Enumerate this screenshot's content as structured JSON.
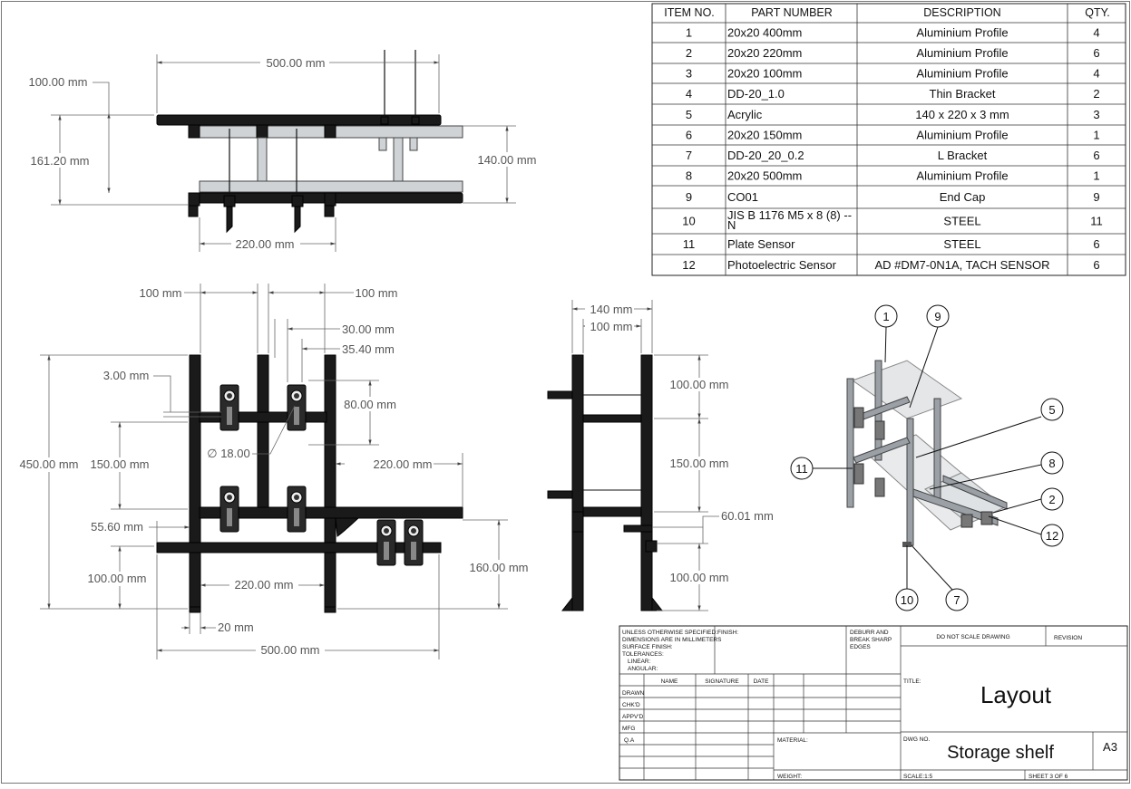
{
  "bom": {
    "headers": [
      "ITEM NO.",
      "PART NUMBER",
      "DESCRIPTION",
      "QTY."
    ],
    "rows": [
      [
        "1",
        "20x20 400mm",
        "Aluminium Profile",
        "4"
      ],
      [
        "2",
        "20x20 220mm",
        "Aluminium Profile",
        "6"
      ],
      [
        "3",
        "20x20 100mm",
        "Aluminium Profile",
        "4"
      ],
      [
        "4",
        "DD-20_1.0",
        "Thin Bracket",
        "2"
      ],
      [
        "5",
        "Acrylic",
        "140 x 220 x 3 mm",
        "3"
      ],
      [
        "6",
        "20x20 150mm",
        "Aluminium Profile",
        "1"
      ],
      [
        "7",
        "DD-20_20_0.2",
        "L Bracket",
        "6"
      ],
      [
        "8",
        "20x20 500mm",
        "Aluminium Profile",
        "1"
      ],
      [
        "9",
        "CO01",
        "End Cap",
        "9"
      ],
      [
        "10",
        "JIS B 1176 M5 x 8 (8) --",
        "STEEL",
        "11"
      ],
      [
        "11",
        "Plate Sensor",
        "STEEL",
        "6"
      ],
      [
        "12",
        "Photoelectric Sensor",
        "AD #DM7-0N1A, TACH SENSOR",
        "6"
      ]
    ],
    "row10_part_continued": "N"
  },
  "dimensions": {
    "top_view": {
      "width_500": "500.00 mm",
      "left_100": "100.00 mm",
      "height_161": "161.20 mm",
      "right_140": "140.00 mm",
      "bottom_220": "220.00 mm"
    },
    "front_view": {
      "top_100_left": "100 mm",
      "top_100_right": "100 mm",
      "d_30": "30.00 mm",
      "d_35": "35.40 mm",
      "d_3": "3.00 mm",
      "d_80": "80.00 mm",
      "diameter": "∅ 18.00",
      "height_450": "450.00 mm",
      "height_150": "150.00 mm",
      "width_220_right": "220.00 mm",
      "d_55": "55.60 mm",
      "d_100": "100.00 mm",
      "inner_220": "220.00 mm",
      "d_160": "160.00 mm",
      "d_20": "20 mm",
      "bottom_500": "500.00 mm"
    },
    "side_view": {
      "d_140": "140 mm",
      "d_100_top": "100 mm",
      "d_100_upper": "100.00 mm",
      "d_150": "150.00 mm",
      "d_60": "60.01 mm",
      "d_100_lower": "100.00 mm"
    }
  },
  "balloons": [
    "1",
    "9",
    "5",
    "11",
    "8",
    "2",
    "12",
    "10",
    "7"
  ],
  "title_block": {
    "notes": [
      "UNLESS OTHERWISE SPECIFIED:",
      "DIMENSIONS ARE IN MILLIMETERS",
      "SURFACE FINISH:",
      "TOLERANCES:",
      "LINEAR:",
      "ANGULAR:"
    ],
    "finish": "FINISH:",
    "deburr": [
      "DEBURR AND",
      "BREAK SHARP",
      "EDGES"
    ],
    "do_not_scale": "DO NOT SCALE DRAWING",
    "revision": "REVISION",
    "col_name": "NAME",
    "col_signature": "SIGNATURE",
    "col_date": "DATE",
    "rows": [
      "DRAWN",
      "CHK'D",
      "APPV'D",
      "MFG",
      "Q.A"
    ],
    "title_label": "TITLE:",
    "title": "Layout",
    "material": "MATERIAL:",
    "dwg_no_label": "DWG NO.",
    "dwg_no": "Storage shelf",
    "size": "A3",
    "weight": "WEIGHT:",
    "scale": "SCALE:1:5",
    "sheet": "SHEET 3 OF 6"
  }
}
